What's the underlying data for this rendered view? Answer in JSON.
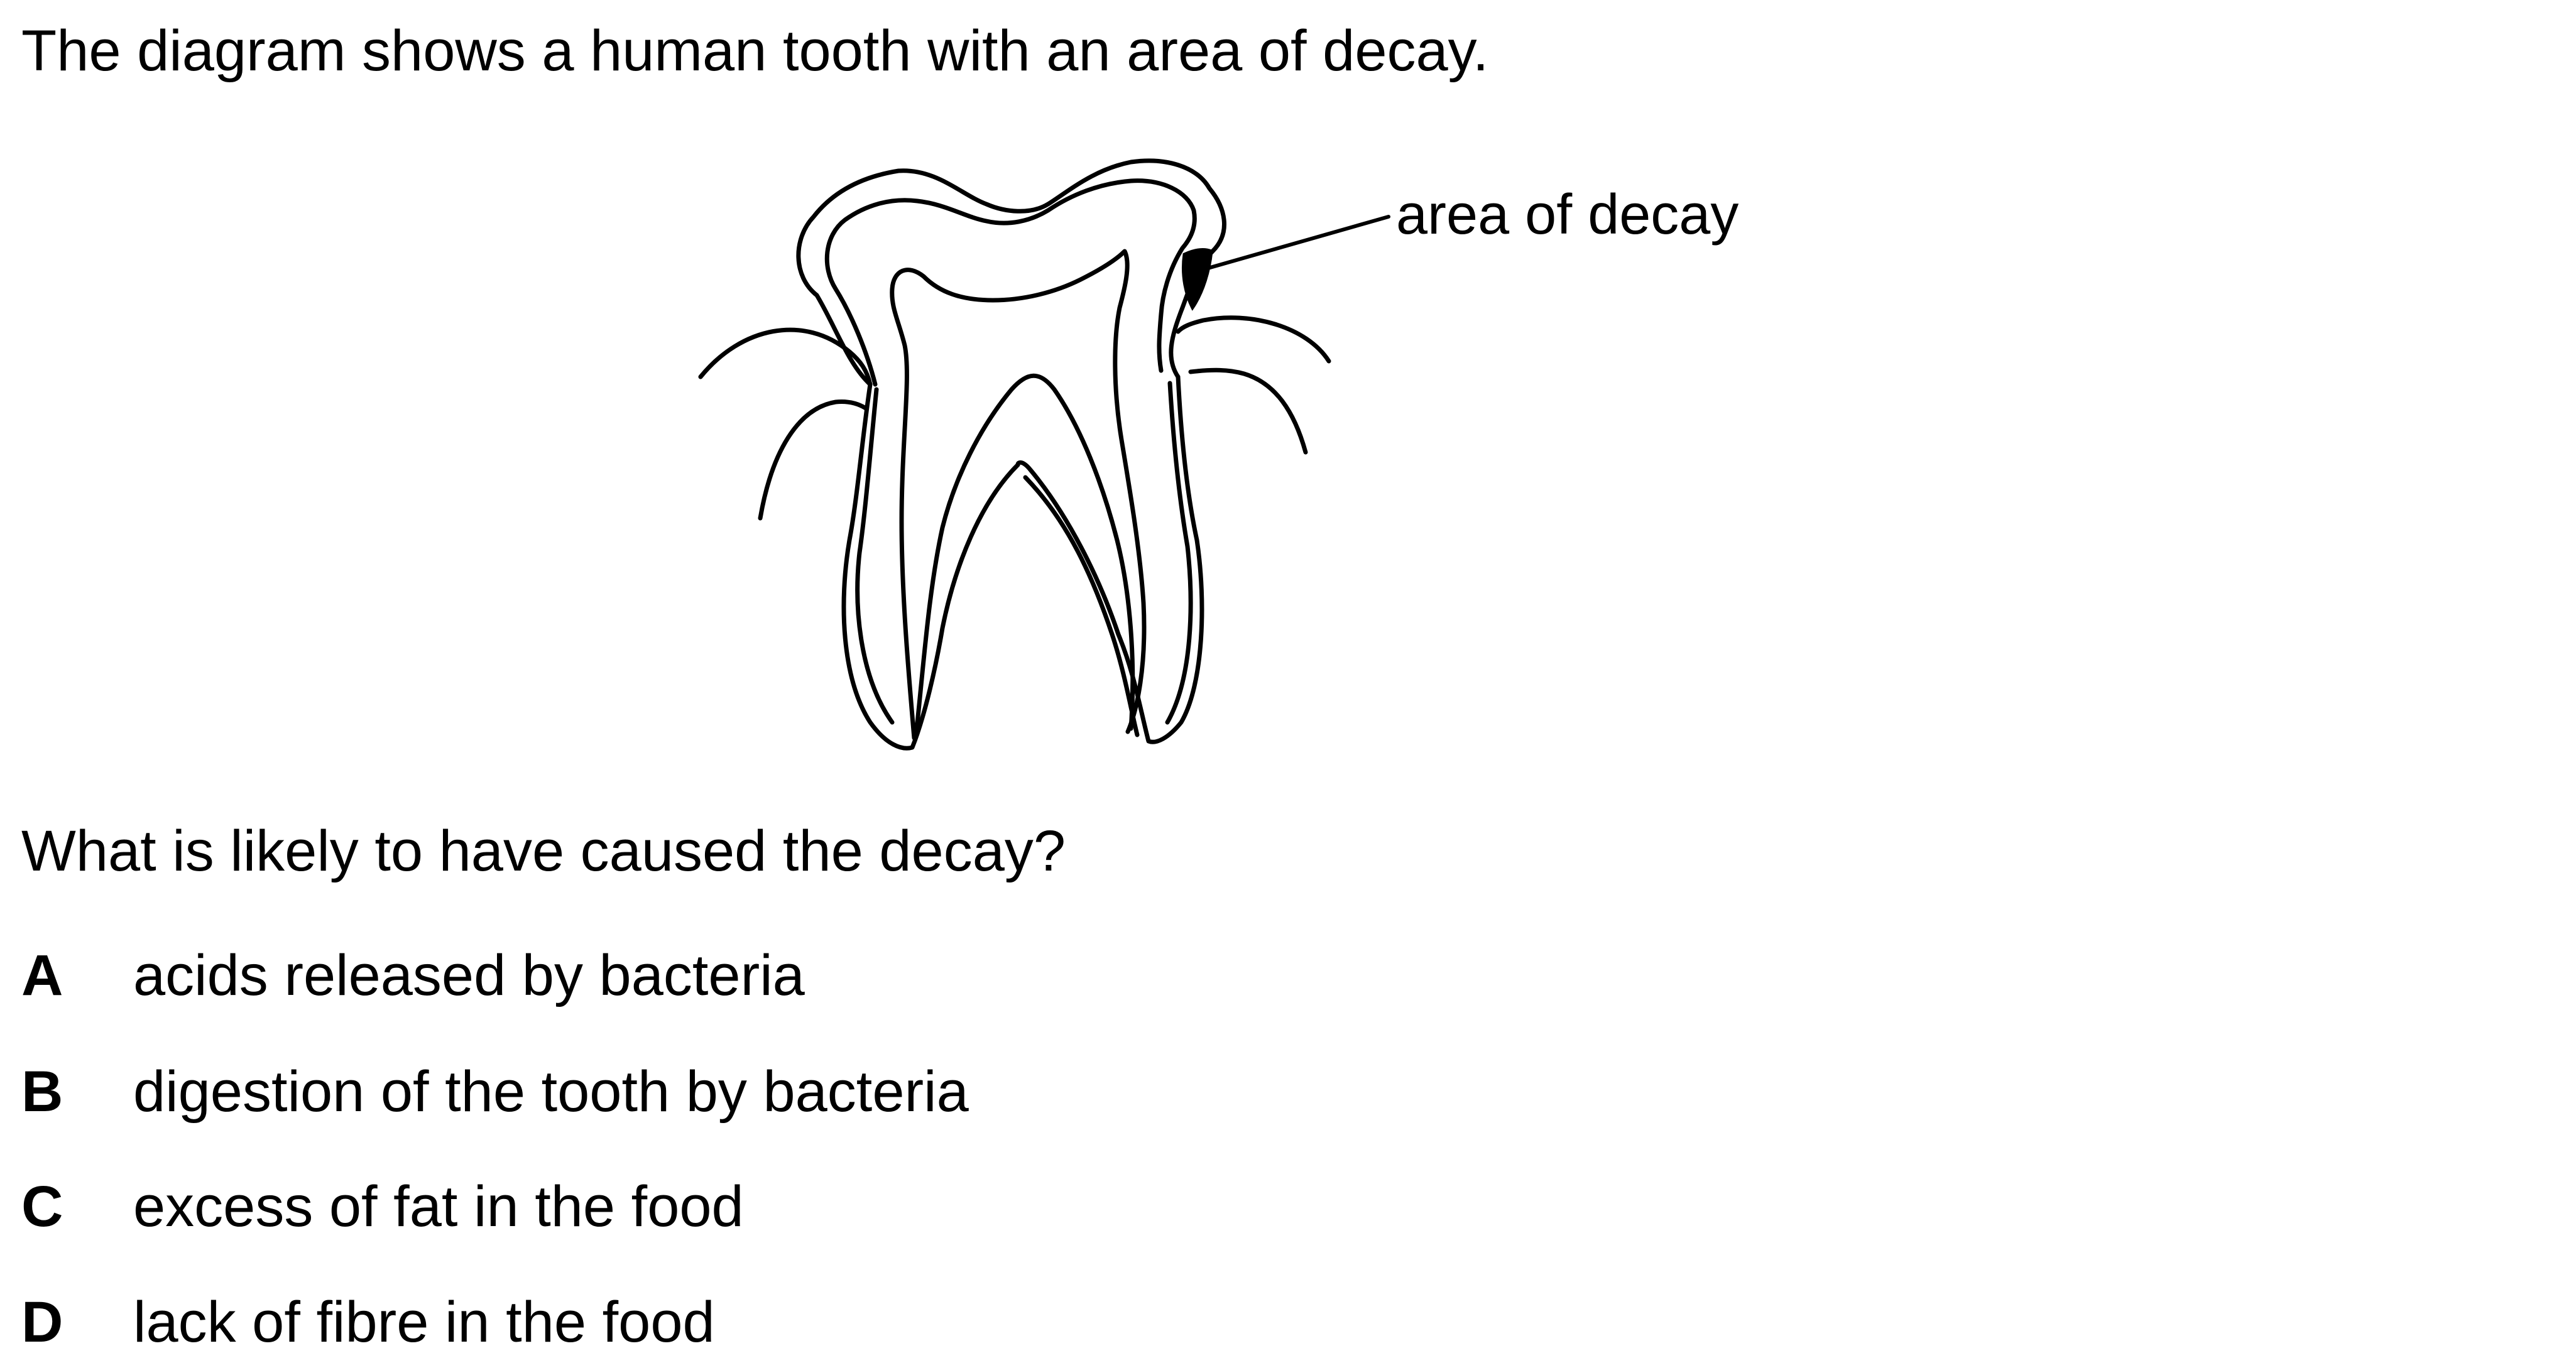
{
  "intro_text": "The diagram shows a human tooth with an area of decay.",
  "diagram": {
    "label": "area of decay"
  },
  "question": "What is likely to have caused the decay?",
  "options": [
    {
      "letter": "A",
      "text": "acids released by bacteria"
    },
    {
      "letter": "B",
      "text": "digestion of the tooth by bacteria"
    },
    {
      "letter": "C",
      "text": "excess of fat in the food"
    },
    {
      "letter": "D",
      "text": "lack of fibre in the food"
    }
  ]
}
